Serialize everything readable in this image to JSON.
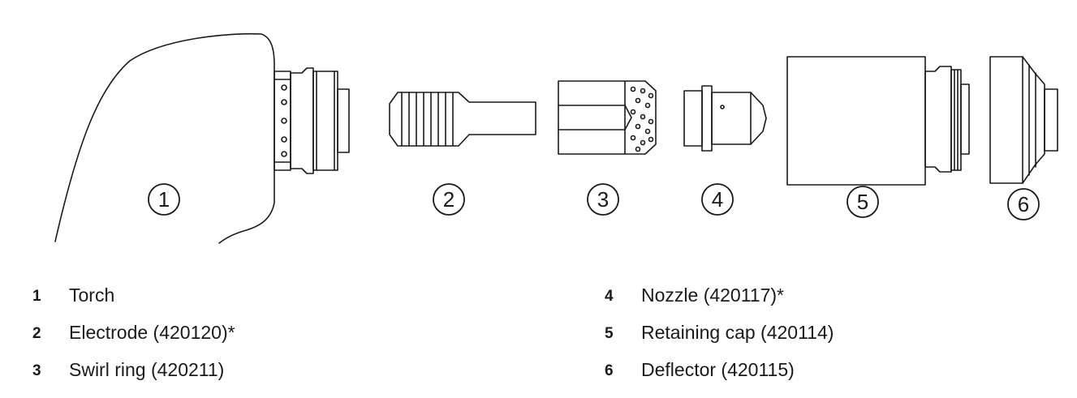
{
  "callouts": [
    "1",
    "2",
    "3",
    "4",
    "5",
    "6"
  ],
  "legend": [
    {
      "number": "1",
      "label": "Torch"
    },
    {
      "number": "2",
      "label": "Electrode (420120)*"
    },
    {
      "number": "3",
      "label": "Swirl ring (420211)"
    },
    {
      "number": "4",
      "label": "Nozzle (420117)*"
    },
    {
      "number": "5",
      "label": "Retaining cap (420114)"
    },
    {
      "number": "6",
      "label": "Deflector (420115)"
    }
  ]
}
